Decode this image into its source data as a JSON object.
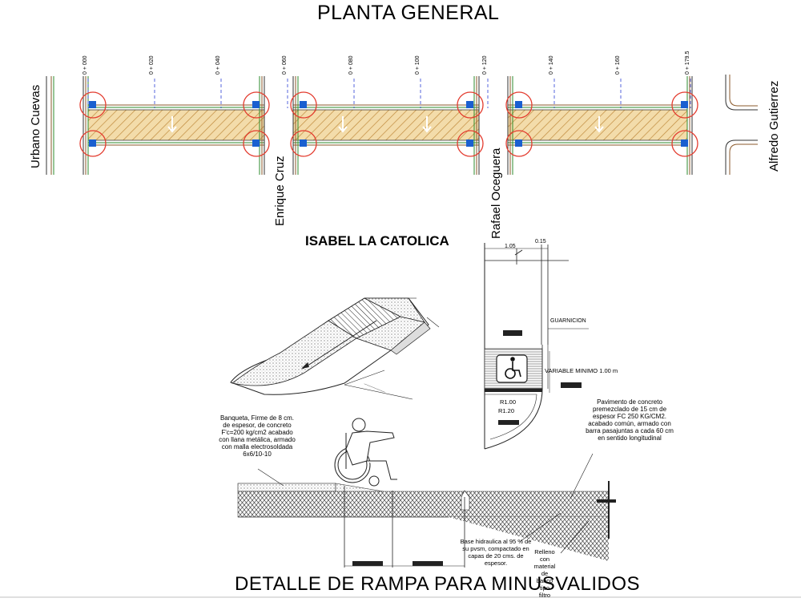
{
  "titles": {
    "plan": "PLANTA GENERAL",
    "street_main": "ISABEL LA CATOLICA",
    "detail": "DETALLE DE RAMPA PARA MINUSVALIDOS"
  },
  "cross_streets": [
    "Urbano Cuevas",
    "Enrique Cruz",
    "Rafael Oceguera",
    "Alfredo Gutierrez"
  ],
  "stations": [
    "0 + 000",
    "0 + 020",
    "0 + 040",
    "0 + 060",
    "0 + 080",
    "0 + 100",
    "0 + 120",
    "0 + 140",
    "0 + 160",
    "0 + 179.5"
  ],
  "ramp_plan": {
    "dim_width": "1.05",
    "dim_curb": "0.15",
    "label_curb": "GUARNICION",
    "label_variable": "VARIABLE MINIMO 1.00 m",
    "radius_inner": "R1.00",
    "radius_outer": "R1.20"
  },
  "notes": {
    "sidewalk": "Banqueta, Firme de 8 cm. de espesor, de concreto F'c=200 kg/cm2 acabado con llana metálica, armado con malla electrosoldada 6x6/10-10",
    "pavement": "Pavimento de concreto premezclado de 15 cm de espesor FC 250 KG/CM2. acabado común, armado con barra pasajuntas a cada 60 cm en sentido longitudinal",
    "base": "Base hidraulica al 95 % de su pvsm, compactado en capas de 20 cms. de espesor.",
    "fill": "Relleno con material de banco tipo filtro"
  },
  "colors": {
    "road_fill": "#e9c27a",
    "road_hatch": "#b9822f",
    "circle": "#e33b2e",
    "accessible_sign": "#1a5fd0",
    "station_line": "#2b3fd6",
    "curb_brown": "#8b5a2b",
    "curb_green": "#2e8b2e"
  },
  "icons": [
    "wheelchair-sign-icon",
    "wheelchair-person-icon"
  ]
}
